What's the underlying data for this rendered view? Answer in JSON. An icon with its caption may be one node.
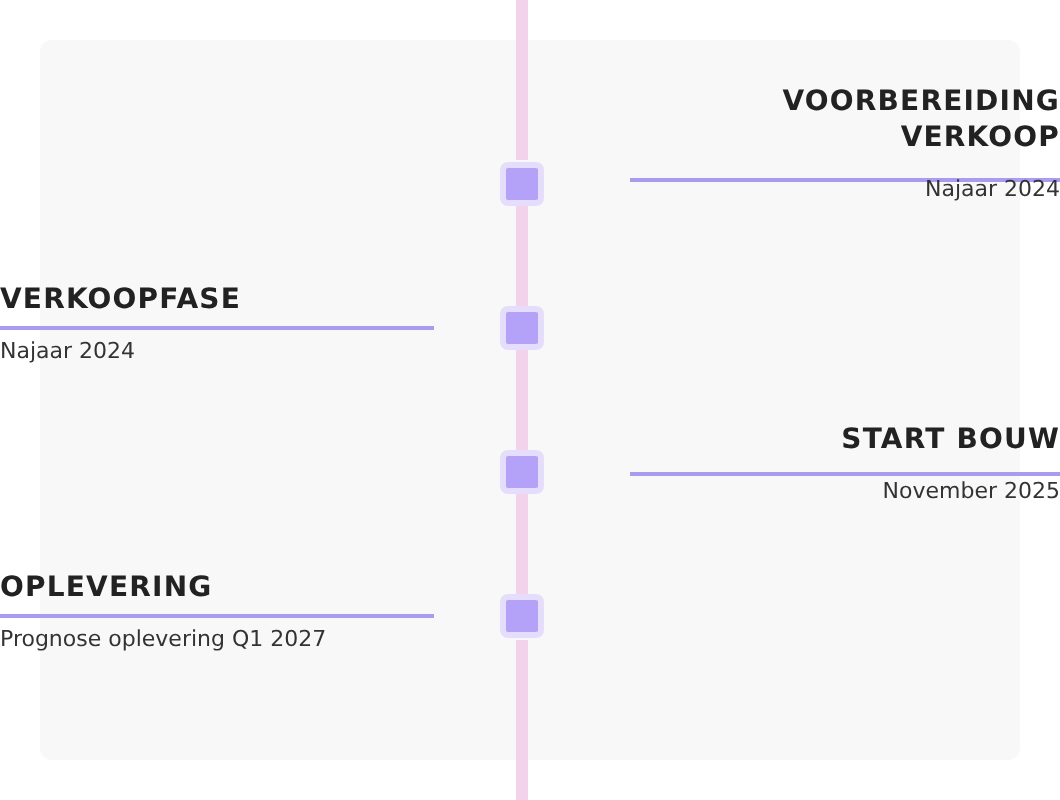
{
  "diagram": {
    "nodes": [
      {
        "text": [
          "VOORBEREIDING VERKOOP",
          "Najaar 2024"
        ]
      },
      {
        "text": [
          "VERKOOPFASE",
          "Najaar 2024"
        ]
      },
      {
        "text": [
          "START BOUW",
          "November 2025"
        ]
      },
      {
        "text": [
          "OPLEVERING",
          "Prognose oplevering Q1 2027"
        ]
      },
      {
        "text": [],
        "shape": "box"
      },
      {
        "text": [],
        "shape": "box"
      },
      {
        "text": [],
        "shape": "box"
      },
      {
        "text": [],
        "shape": "box"
      }
    ],
    "edges": [
      {
        "from": 4,
        "to": 5,
        "arrow": "none"
      },
      {
        "from": 5,
        "to": 6,
        "arrow": "none"
      },
      {
        "from": 6,
        "to": 7,
        "arrow": "none"
      }
    ]
  }
}
